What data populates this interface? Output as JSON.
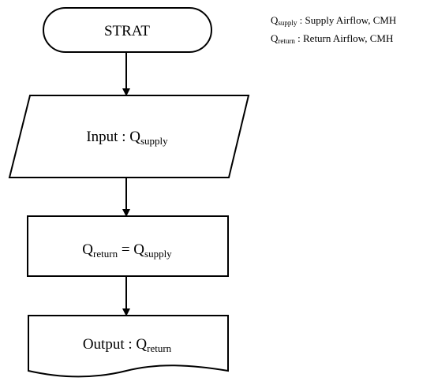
{
  "legend": [
    {
      "symbol": "Q",
      "subscript": "supply",
      "description": " : Supply Airflow, CMH"
    },
    {
      "symbol": "Q",
      "subscript": "return",
      "description": " : Return Airflow, CMH"
    }
  ],
  "flowchart": {
    "start": {
      "label": "STRAT"
    },
    "input": {
      "prefix": "Input : Q",
      "subscript": "supply"
    },
    "process": {
      "lhs": "Q",
      "lhs_subscript": "return",
      "operator": " = Q",
      "rhs_subscript": "supply"
    },
    "output": {
      "prefix": "Output : Q",
      "subscript": "return"
    }
  }
}
